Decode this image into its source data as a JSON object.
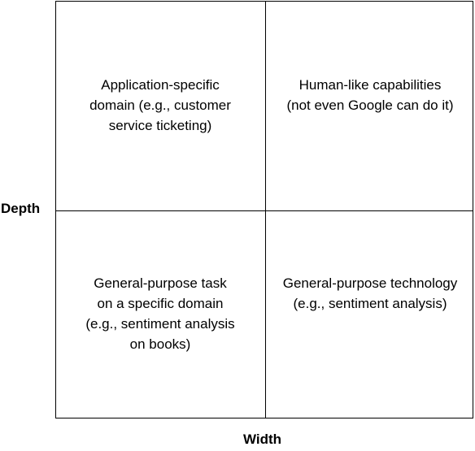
{
  "axes": {
    "y_label": "Depth",
    "x_label": "Width"
  },
  "quadrants": {
    "top_left": {
      "lines": [
        "Application-specific",
        "domain (e.g., customer",
        "service ticketing)"
      ]
    },
    "top_right": {
      "lines": [
        "Human-like capabilities",
        "(not even Google can do it)"
      ]
    },
    "bottom_left": {
      "lines": [
        "General-purpose task",
        "on a specific domain",
        "(e.g., sentiment analysis",
        "on books)"
      ]
    },
    "bottom_right": {
      "lines": [
        "General-purpose technology",
        "(e.g., sentiment analysis)"
      ]
    }
  },
  "colors": {
    "line": "#000000",
    "text": "#000000",
    "background": "#ffffff"
  }
}
